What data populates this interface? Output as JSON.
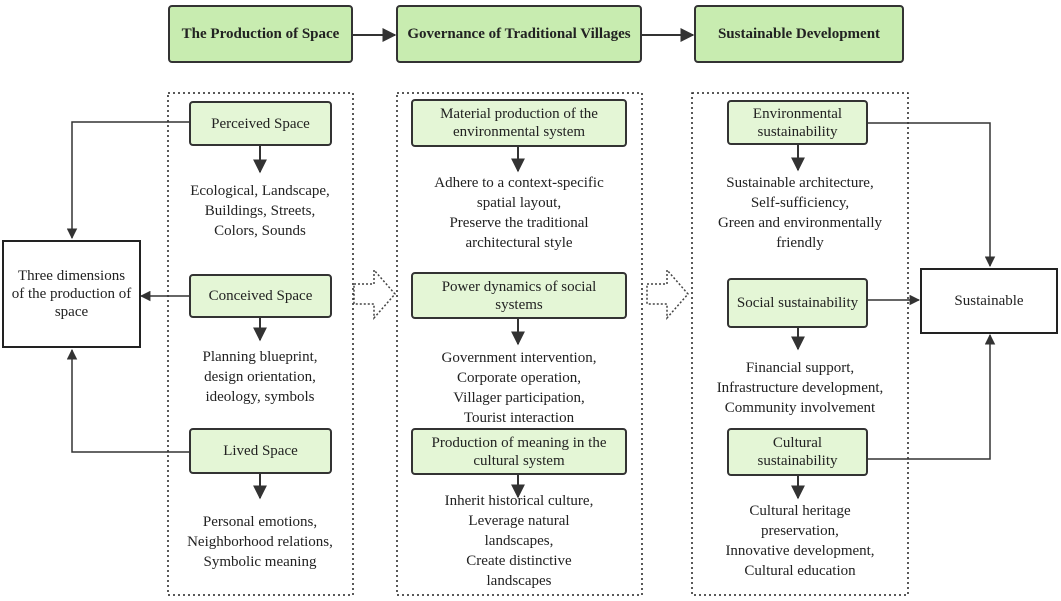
{
  "headers": {
    "production_of_space": "The Production of Space",
    "governance": "Governance of Traditional Villages",
    "sustainable_development": "Sustainable Development"
  },
  "left_box": {
    "label": "Three dimensions of the production of space"
  },
  "right_box": {
    "label": "Sustainable"
  },
  "column1": {
    "perceived": {
      "title": "Perceived Space",
      "text": "Ecological, Landscape,\nBuildings, Streets,\nColors, Sounds"
    },
    "conceived": {
      "title": "Conceived Space",
      "text": "Planning blueprint,\ndesign orientation,\nideology,  symbols"
    },
    "lived": {
      "title": "Lived Space",
      "text": "Personal emotions,\nNeighborhood relations,\nSymbolic meaning"
    }
  },
  "column2": {
    "material": {
      "title": "Material production of the environmental system",
      "text": "Adhere to a context-specific\nspatial layout,\nPreserve the traditional\narchitectural style"
    },
    "power": {
      "title": "Power dynamics of social systems",
      "text": "Government intervention,\nCorporate operation,\nVillager participation,\nTourist interaction"
    },
    "meaning": {
      "title": "Production of meaning in the cultural system",
      "text": "Inherit historical culture,\nLeverage natural\nlandscapes,\nCreate distinctive\nlandscapes"
    }
  },
  "column3": {
    "environmental": {
      "title": "Environmental sustainability",
      "text": "Sustainable architecture,\nSelf-sufficiency,\nGreen and environmentally\nfriendly"
    },
    "social": {
      "title": "Social sustainability",
      "text": "Financial support,\nInfrastructure development,\nCommunity involvement"
    },
    "cultural": {
      "title": "Cultural sustainability",
      "text": "Cultural heritage\npreservation,\nInnovative development,\nCultural education"
    }
  }
}
